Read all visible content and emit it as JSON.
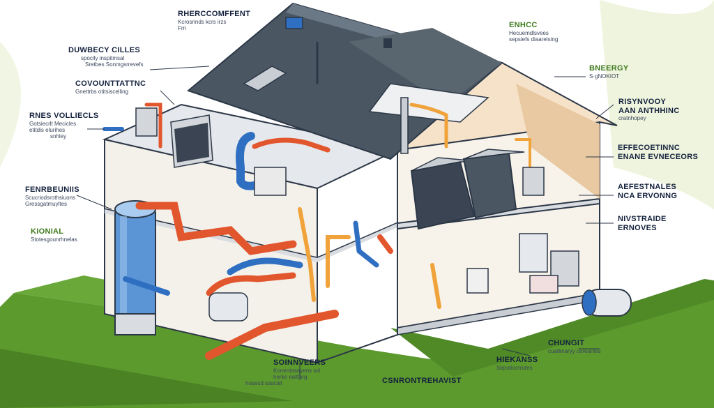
{
  "colors": {
    "roof": "#4a5662",
    "roof_light": "#6b7885",
    "wall": "#f4f1ea",
    "outline": "#2c3747",
    "pipe_hot": "#e2562e",
    "pipe_cool": "#2f6fc2",
    "pipe_warm": "#f0a33a",
    "lawn": "#5c9a2e",
    "sky_wash": "#eef4dd",
    "label_text": "#14213d"
  },
  "labels": [
    {
      "id": "top-center",
      "title": "RHERCCOMFFENT",
      "lines": [
        "Kcrosrinds kcrs irzs",
        "Frn"
      ]
    },
    {
      "id": "top-left",
      "title": "DUWBECY CILLES",
      "lines": [
        "spocily inspitmsal",
        "Sretbes Sonmgsrrevefs"
      ]
    },
    {
      "id": "upper-left",
      "title": "COVOUNTTATTNC",
      "lines": [
        "Gnettrbs otitsiscelling"
      ]
    },
    {
      "id": "mid-left",
      "title": "RNES VOLLIECLS",
      "lines": [
        "Gotsiecrlt Mecicles",
        "etitdis elurihes",
        "snhley"
      ]
    },
    {
      "id": "lower-left",
      "title": "FENRBEUNIIS",
      "lines": [
        "Scucriodsrothsiuons",
        "Gressgatmuyltes"
      ]
    },
    {
      "id": "bottom-left",
      "title": "KIONIAL",
      "lines": [
        "Stotesgounrhnelas"
      ]
    },
    {
      "id": "top-right",
      "title": "ENHCC",
      "lines": [
        "Hecuemdlsvees",
        "sepsiefs diaarelsing"
      ]
    },
    {
      "id": "right-1",
      "title": "BNEERGY",
      "lines": [
        "S·gNOKIOT"
      ]
    },
    {
      "id": "right-2",
      "title": "RISYNVOOY",
      "lines": [
        "AAN ANTHHINC",
        "cratnhopey"
      ]
    },
    {
      "id": "right-3",
      "title": "EFFECOETINNC",
      "lines": [
        "ENANE EVNECEORS"
      ]
    },
    {
      "id": "right-4",
      "title": "AEFESTNALES",
      "lines": [
        "NCA ERVONNG"
      ]
    },
    {
      "id": "right-5",
      "title": "NIVSTRAIDE",
      "lines": [
        "ERNOVES"
      ]
    },
    {
      "id": "bottom-center",
      "title": "SOINNVEERS",
      "lines": [
        "Konentaseyens ssl",
        "herke ealtlarg",
        "hosecd sascalt"
      ]
    },
    {
      "id": "bottom-mid",
      "title": "CSNRONTREHAVIST",
      "lines": []
    },
    {
      "id": "bottom-right-1",
      "title": "HIEKANSS",
      "lines": [
        "Sepotiocrrutes"
      ]
    },
    {
      "id": "bottom-right-2",
      "title": "CHUNGIT",
      "lines": [
        "cuatknaryy cereanles"
      ]
    }
  ]
}
